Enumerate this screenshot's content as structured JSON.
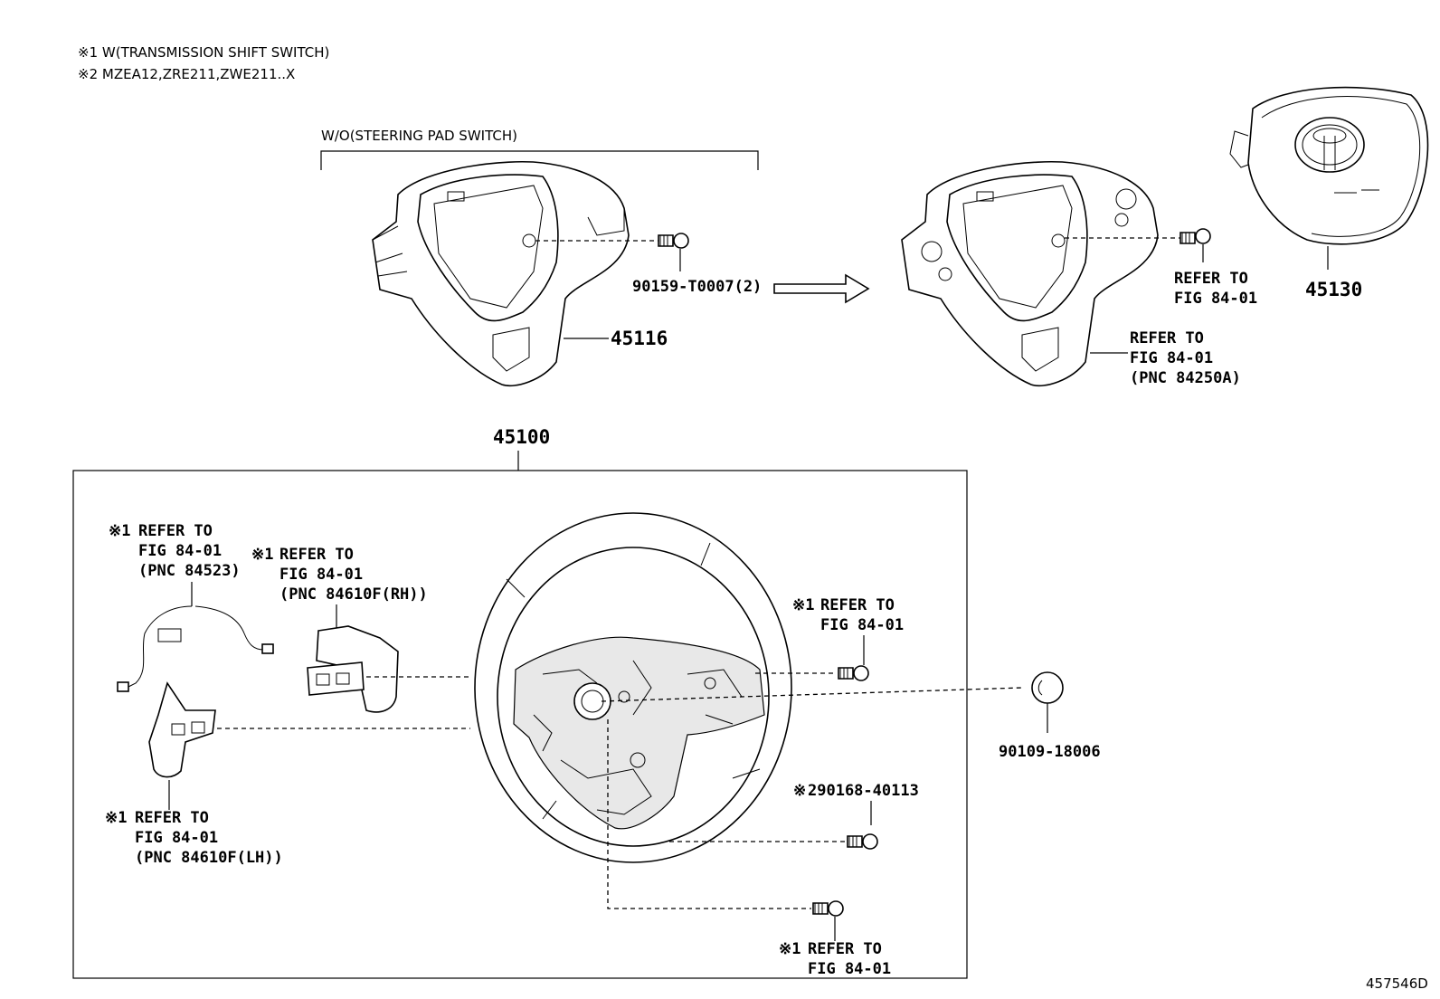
{
  "notes": [
    "※1 W(TRANSMISSION SHIFT SWITCH)",
    "※2 MZEA12,ZRE211,ZWE211..X"
  ],
  "group_label": "W/O(STEERING PAD SWITCH)",
  "parts": {
    "pad_cover": "45116",
    "screw_top": "90159-T0007(2)",
    "refer_screw_right": [
      "REFER TO",
      "FIG 84-01"
    ],
    "refer_pad_switch": [
      "REFER TO",
      "FIG 84-01",
      "(PNC 84250A)"
    ],
    "airbag": "45130",
    "wheel_assembly": "45100",
    "refer_84523": [
      "REFER TO",
      "FIG 84-01",
      "(PNC 84523)"
    ],
    "refer_84610F_rh": [
      "REFER TO",
      "FIG 84-01",
      "(PNC 84610F(RH))"
    ],
    "refer_84610F_lh": [
      "REFER TO",
      "FIG 84-01",
      "(PNC 84610F(LH))"
    ],
    "refer_screw_mid": [
      "REFER TO",
      "FIG 84-01"
    ],
    "nut": "90109-18006",
    "screw_2": "290168-40113",
    "refer_screw_bottom": [
      "REFER TO",
      "FIG 84-01"
    ]
  },
  "marks": {
    "note1": "※1",
    "note2": "※"
  },
  "diagram_id": "457546D"
}
